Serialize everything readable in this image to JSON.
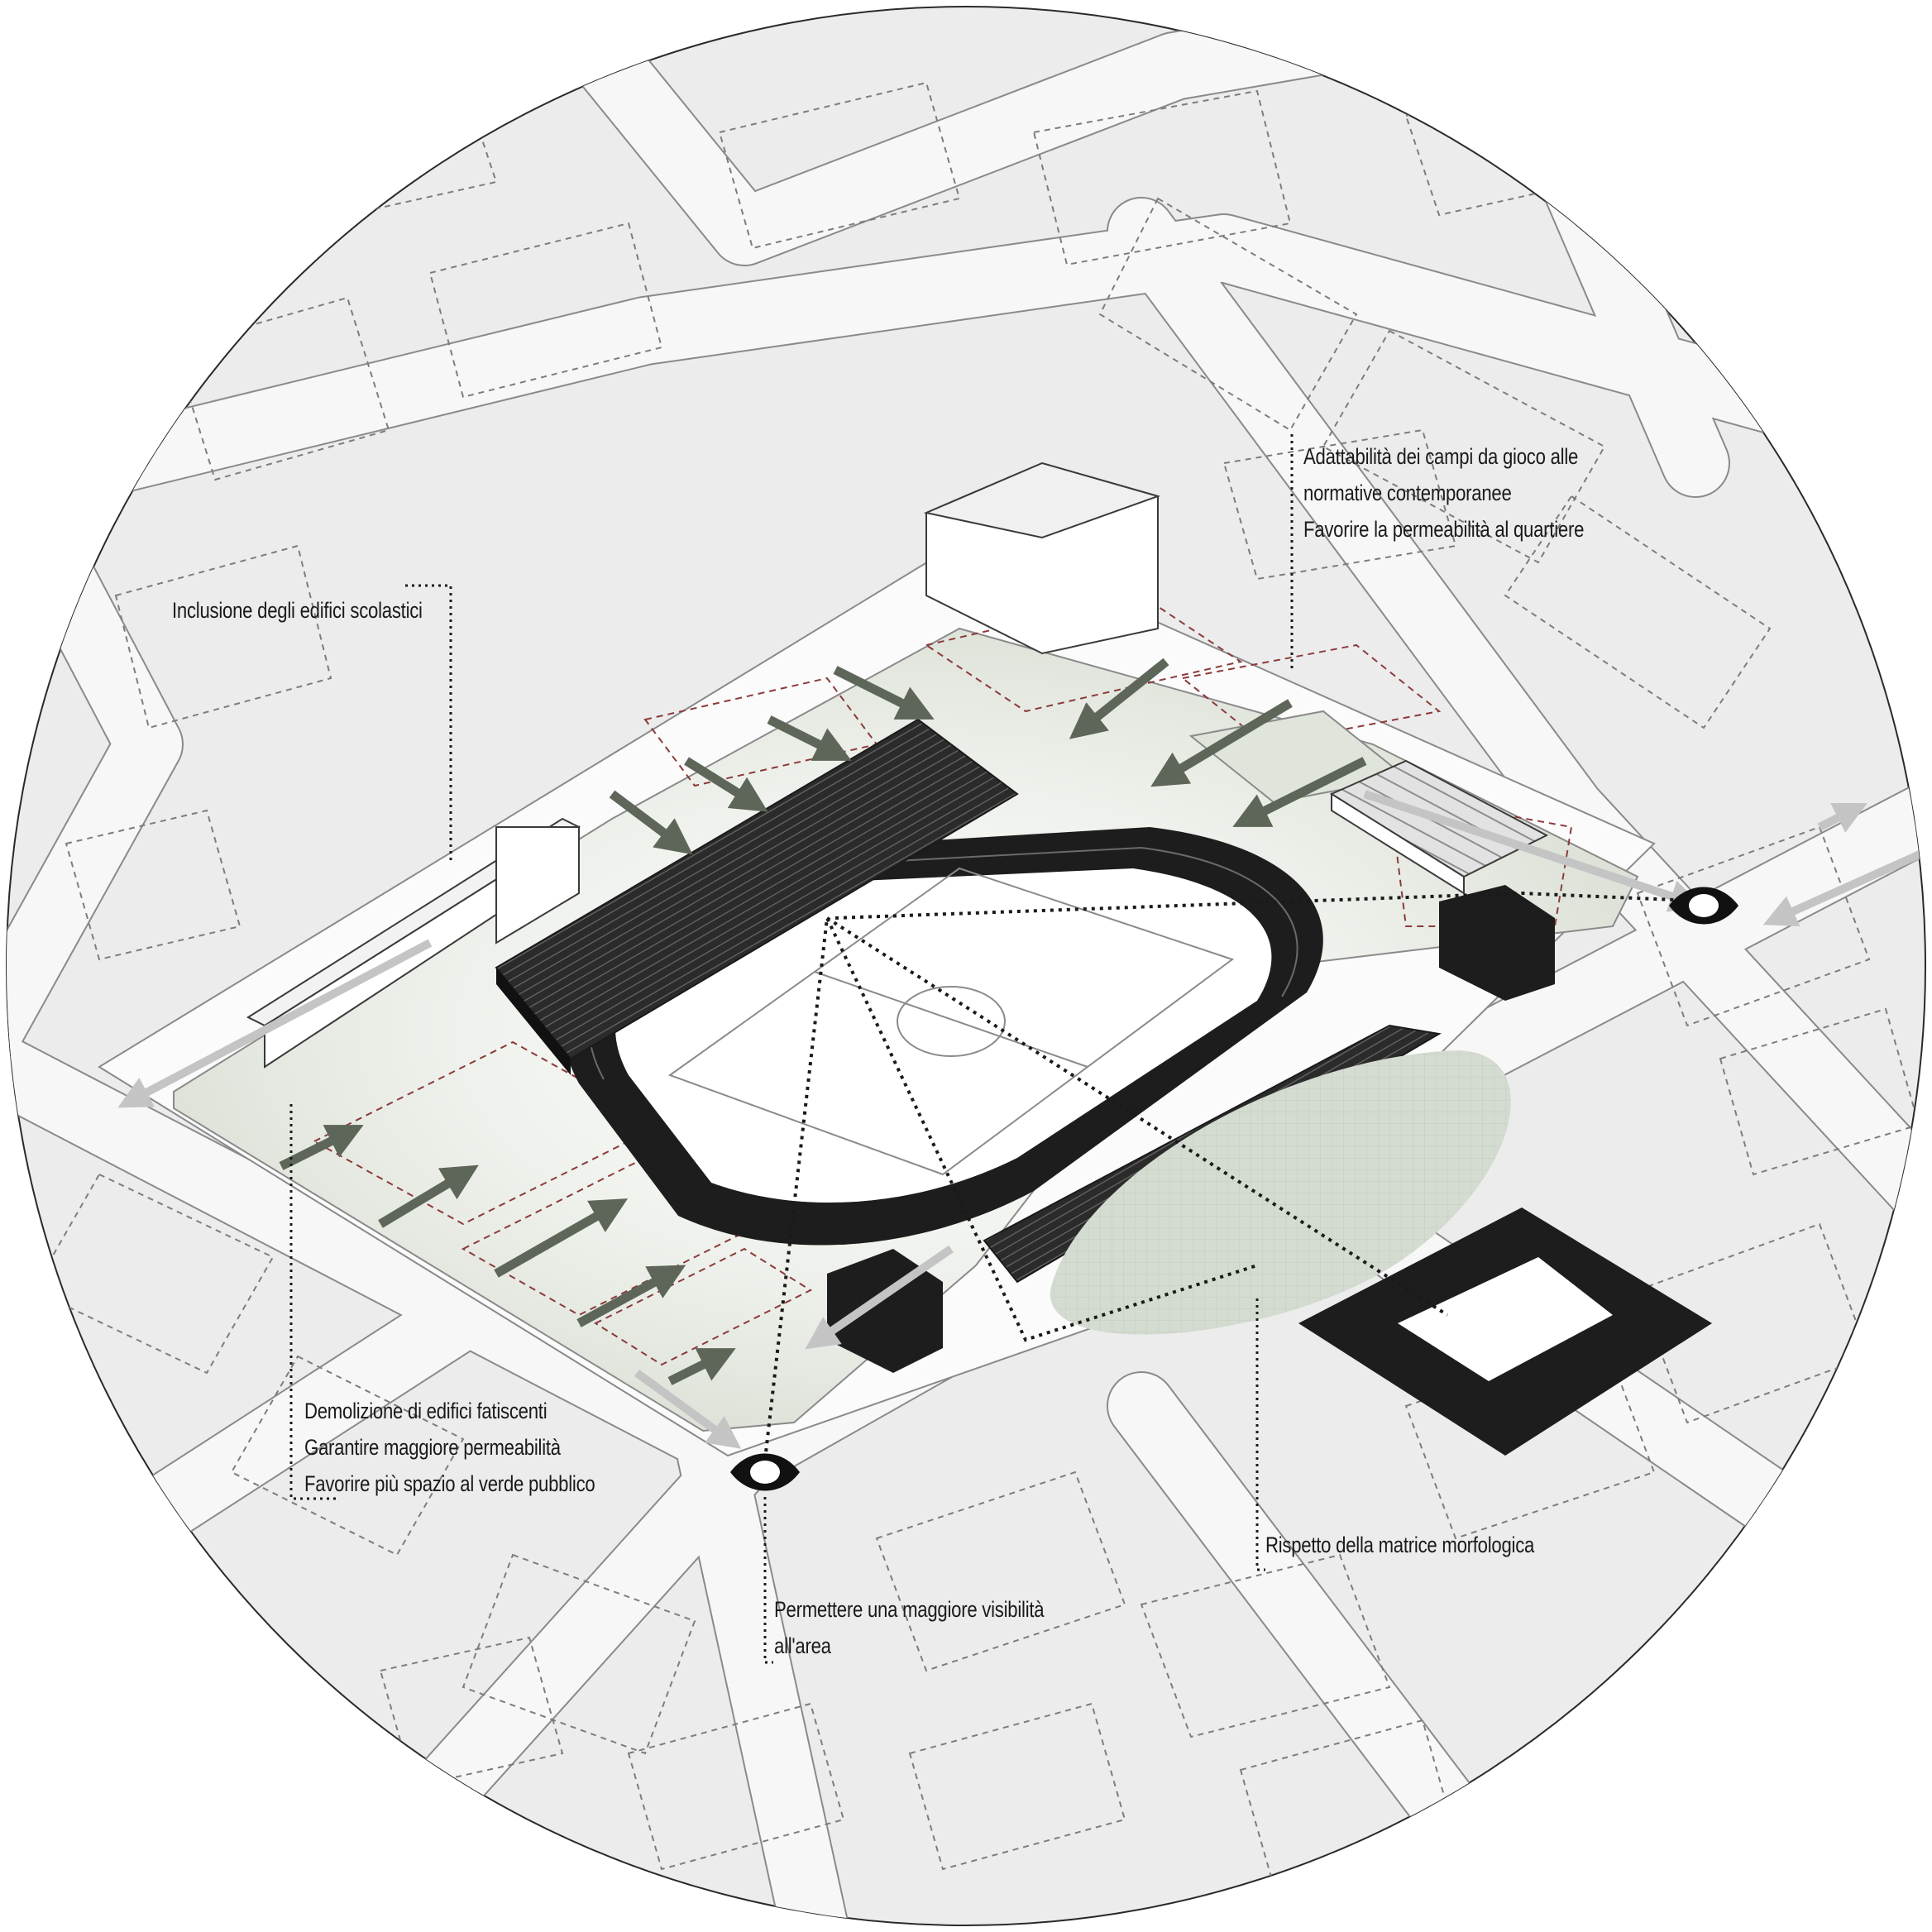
{
  "diagram": {
    "colors": {
      "background": "#ffffff",
      "block": "#ececec",
      "road": "#f7f7f7",
      "road_edge": "#8a8a8a",
      "green_area": "#d9ded5",
      "arrow": "#5d6658",
      "flow_arrow": "#c4c4c4",
      "dark": "#1d1d1d",
      "leader": "#1a1a1a"
    },
    "icons": [
      "eye-icon",
      "eye-icon"
    ],
    "annotations": {
      "school": {
        "lines": [
          "Inclusione degli edifici scolastici"
        ]
      },
      "fields": {
        "lines": [
          "Adattabilità dei campi da gioco alle",
          "normative contemporanee",
          "Favorire la permeabilità al quartiere"
        ]
      },
      "demolition": {
        "lines": [
          "Demolizione di edifici fatiscenti",
          "Garantire maggiore permeabilità",
          "Favorire più spazio al verde pubblico"
        ]
      },
      "visibility": {
        "lines": [
          "Permettere una maggiore visibilità",
          "all'area"
        ]
      },
      "morphology": {
        "lines": [
          "Rispetto della matrice morfologica"
        ]
      }
    }
  }
}
